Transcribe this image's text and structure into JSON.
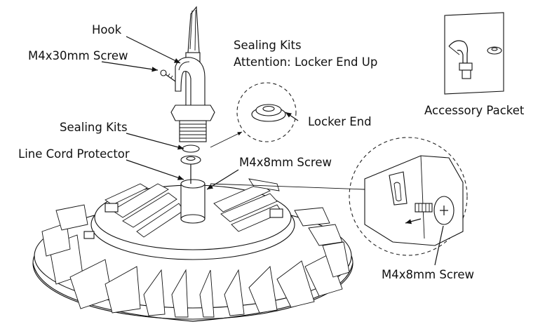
{
  "labels": {
    "hook": "Hook",
    "screw_m4x30": "M4x30mm Screw",
    "sealing_kits_top": "Sealing Kits",
    "attention": "Attention: Locker End Up",
    "locker_end": "Locker End",
    "accessory_packet": "Accessory Packet",
    "sealing_kits": "Sealing Kits",
    "line_cord_protector": "Line Cord Protector",
    "screw_m4x8_center": "M4x8mm Screw",
    "screw_m4x8_detail": "M4x8mm Screw"
  }
}
